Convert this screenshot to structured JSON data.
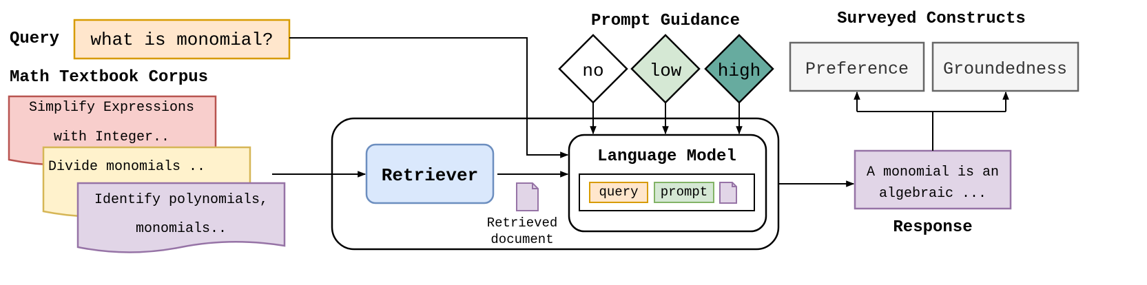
{
  "query": {
    "label": "Query",
    "text": "what is monomial?",
    "fill": "#ffe6cc",
    "stroke": "#d79b00"
  },
  "corpus": {
    "title": "Math Textbook Corpus",
    "documents": [
      {
        "lines": [
          "Simplify Expressions",
          "with Integer.."
        ],
        "fill": "#f8cecc",
        "stroke": "#b85450"
      },
      {
        "lines": [
          "Divide monomials .."
        ],
        "fill": "#fff2cc",
        "stroke": "#d6b656"
      },
      {
        "lines": [
          "Identify polynomials,",
          "monomials.."
        ],
        "fill": "#e1d5e7",
        "stroke": "#9673a6"
      }
    ]
  },
  "retriever": {
    "label": "Retriever",
    "fill": "#dae8fc",
    "stroke": "#6c8ebf"
  },
  "retrieved_document": {
    "lines": [
      "Retrieved",
      "document"
    ],
    "fill": "#e1d5e7",
    "stroke": "#9673a6"
  },
  "prompt_guidance": {
    "title": "Prompt Guidance",
    "options": [
      {
        "label": "no",
        "fill": "#ffffff"
      },
      {
        "label": "low",
        "fill": "#d5e8d4"
      },
      {
        "label": "high",
        "fill": "#67ab9f"
      }
    ]
  },
  "language_model": {
    "label": "Language Model",
    "inputs": [
      {
        "label": "query",
        "fill": "#ffe6cc",
        "stroke": "#d79b00"
      },
      {
        "label": "prompt",
        "fill": "#d5e8d4",
        "stroke": "#82b366"
      }
    ]
  },
  "response": {
    "title": "Response",
    "lines": [
      "A monomial is an",
      "algebraic ..."
    ],
    "fill": "#e1d5e7",
    "stroke": "#9673a6"
  },
  "surveyed_constructs": {
    "title": "Surveyed Constructs",
    "items": [
      {
        "label": "Preference"
      },
      {
        "label": "Groundedness"
      }
    ]
  }
}
